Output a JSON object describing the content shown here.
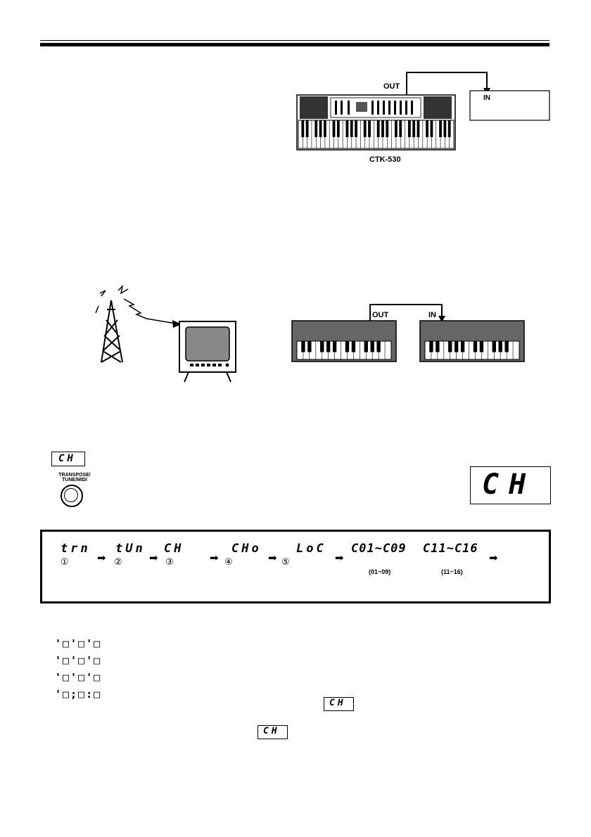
{
  "diagram1": {
    "out_label": "OUT",
    "in_label": "IN",
    "model": "CTK-530"
  },
  "diagram2": {
    "out_label": "OUT",
    "in_label": "IN"
  },
  "button": {
    "label_line1": "TRANSPOSE/",
    "label_line2": "TUNE/MIDI"
  },
  "display": {
    "small_ch": "CH",
    "large_ch": "CH",
    "inline_ch_1": "CH",
    "inline_ch_2": "CH"
  },
  "sequence": {
    "items": [
      {
        "lcd": "trn",
        "num": "①"
      },
      {
        "lcd": "tUn",
        "num": "②"
      },
      {
        "lcd": "CH",
        "num": "③"
      },
      {
        "lcd": "CHo",
        "num": "④"
      },
      {
        "lcd": "LoC",
        "num": "⑤"
      },
      {
        "lcd": "C01~C09",
        "range": "(01~09)"
      },
      {
        "lcd": "C11~C16",
        "range": "(11~16)"
      }
    ]
  },
  "digit_rows": [
    "'□'□'□",
    "'□'□'□",
    "'□'□'□",
    "'□;□:□"
  ]
}
